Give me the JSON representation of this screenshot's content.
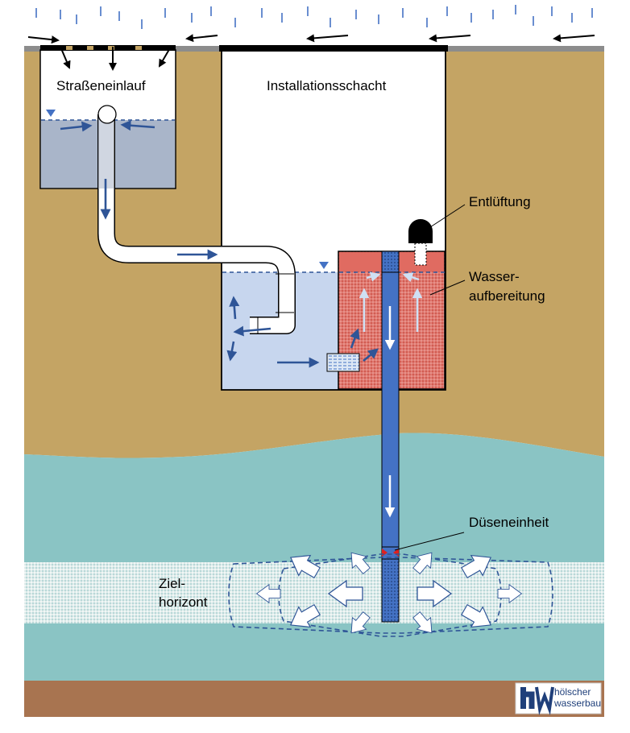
{
  "labels": {
    "strasseneinlauf": "Straßeneinlauf",
    "installationsschacht": "Installationsschacht",
    "entlueftung": "Entlüftung",
    "wasseraufbereitung_line1": "Wasser-",
    "wasseraufbereitung_line2": "aufbereitung",
    "dueseneinheit": "Düseneinheit",
    "zielhorizont_line1": "Ziel-",
    "zielhorizont_line2": "horizont"
  },
  "logo": {
    "line1": "hölscher",
    "line2": "wasserbau"
  },
  "colors": {
    "soil": "#c4a464",
    "aquifer": "#8ac4c4",
    "bedrock": "#a87450",
    "street": "#8c8c8c",
    "water_inlet": "#a9b5c9",
    "water_shaft": "#c7d6ee",
    "treatment": "#e07a72",
    "pipe_blue": "#4472c4",
    "arrow_blue": "#2f5597",
    "logo_blue": "#1f3f7a"
  }
}
